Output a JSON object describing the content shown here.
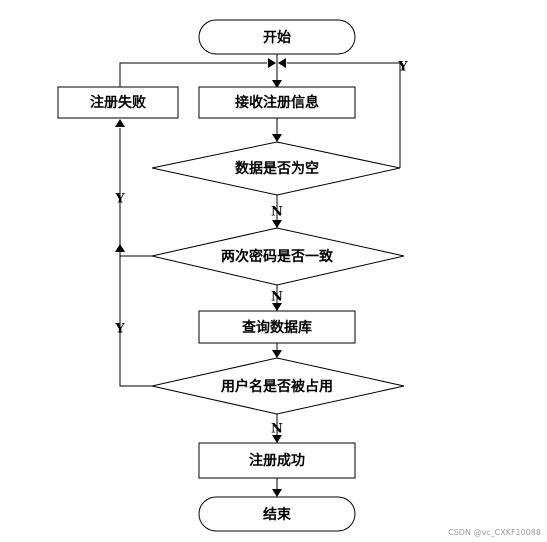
{
  "diagram": {
    "nodes": {
      "start": "开始",
      "receive_info": "接收注册信息",
      "register_fail": "注册失败",
      "data_empty": "数据是否为空",
      "passwords_match": "两次密码是否一致",
      "query_db": "查询数据库",
      "username_taken": "用户名是否被占用",
      "register_success": "注册成功",
      "end": "结束"
    },
    "edge_labels": {
      "empty_yes": "Y",
      "empty_no": "N",
      "password_yes": "Y",
      "password_no": "N",
      "taken_yes": "Y",
      "taken_no": "N"
    }
  },
  "watermark": "CSDN @vc_CXKF10088"
}
